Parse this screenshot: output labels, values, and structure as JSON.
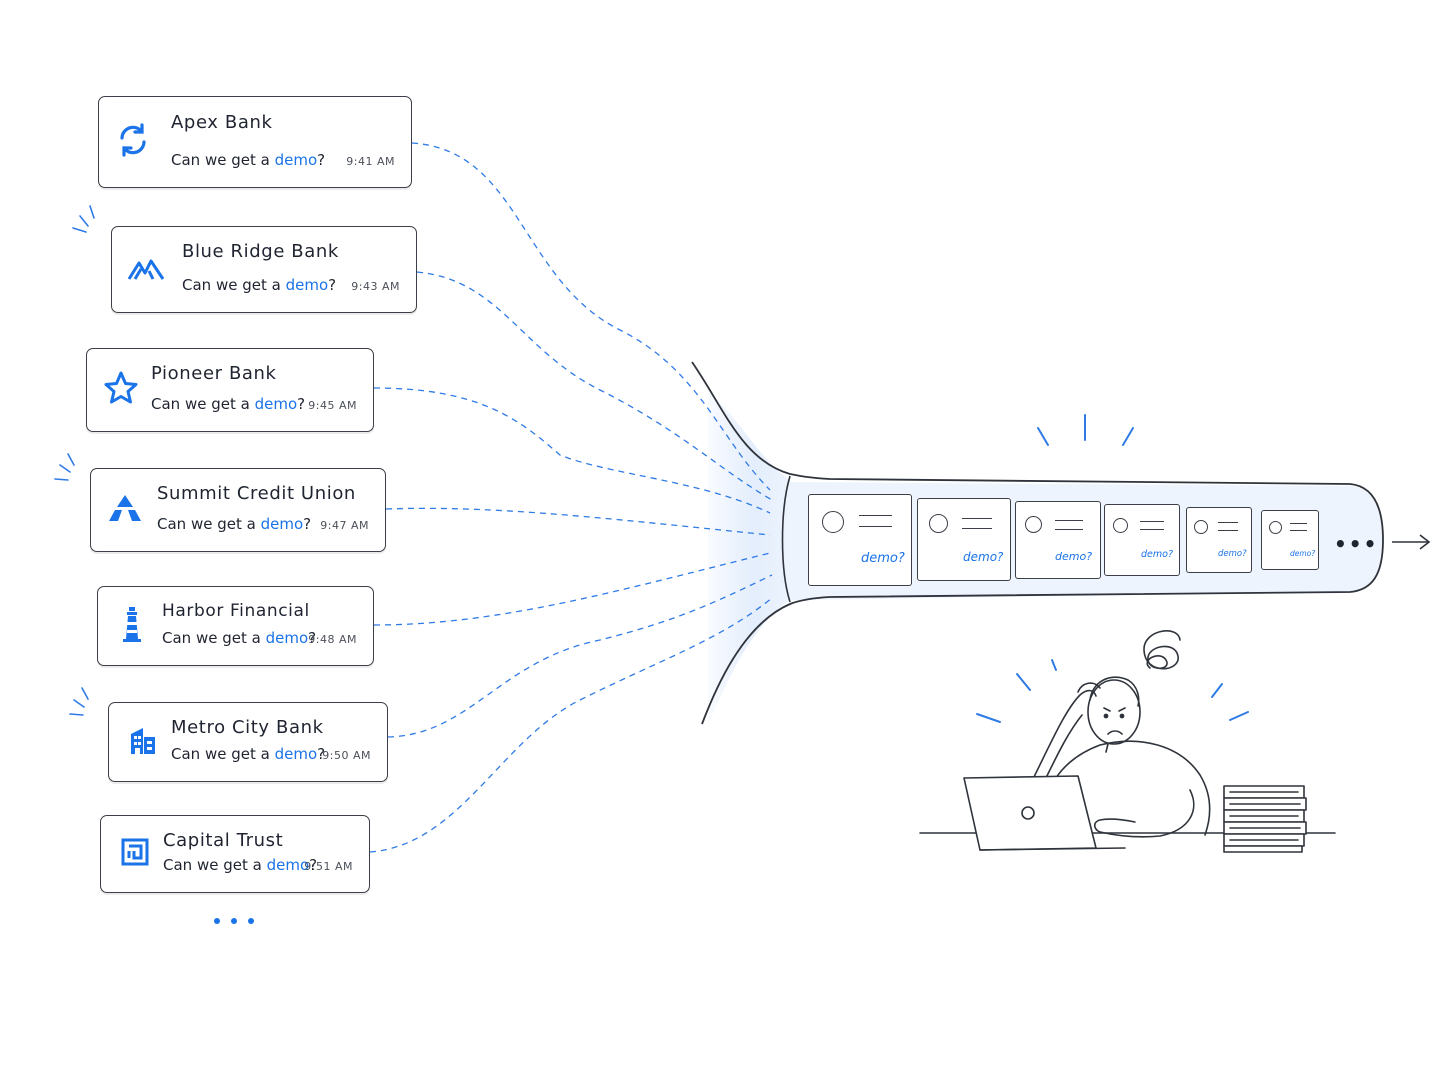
{
  "notifications": [
    {
      "bank": "Apex Bank",
      "msg_prefix": "Can we get a ",
      "msg_accent": "demo",
      "msg_suffix": "?",
      "time": "9:41 AM",
      "icon": "refresh-icon"
    },
    {
      "bank": "Blue Ridge Bank",
      "msg_prefix": "Can we get a ",
      "msg_accent": "demo",
      "msg_suffix": "?",
      "time": "9:43 AM",
      "icon": "mountains-icon"
    },
    {
      "bank": "Pioneer Bank",
      "msg_prefix": "Can we get a ",
      "msg_accent": "demo",
      "msg_suffix": "?",
      "time": "9:45 AM",
      "icon": "star-icon"
    },
    {
      "bank": "Summit Credit Union",
      "msg_prefix": "Can we get a ",
      "msg_accent": "demo",
      "msg_suffix": "?",
      "time": "9:47 AM",
      "icon": "summit-icon"
    },
    {
      "bank": "Harbor Financial",
      "msg_prefix": "Can we get a ",
      "msg_accent": "demo",
      "msg_suffix": "?",
      "time": "9:48 AM",
      "icon": "lighthouse-icon"
    },
    {
      "bank": "Metro City Bank",
      "msg_prefix": "Can we get a ",
      "msg_accent": "demo",
      "msg_suffix": "?",
      "time": "9:50 AM",
      "icon": "building-icon"
    },
    {
      "bank": "Capital Trust",
      "msg_prefix": "Can we get a ",
      "msg_accent": "demo",
      "msg_suffix": "?",
      "time": "9:51 AM",
      "icon": "vault-icon"
    }
  ],
  "queue": {
    "items": [
      "demo?",
      "demo?",
      "demo?",
      "demo?",
      "demo?",
      "demo?"
    ],
    "overflow": "•••"
  },
  "colors": {
    "accent": "#1a73e8",
    "ink": "#3b3f47",
    "pipe_fill": "#eaf2fd"
  }
}
